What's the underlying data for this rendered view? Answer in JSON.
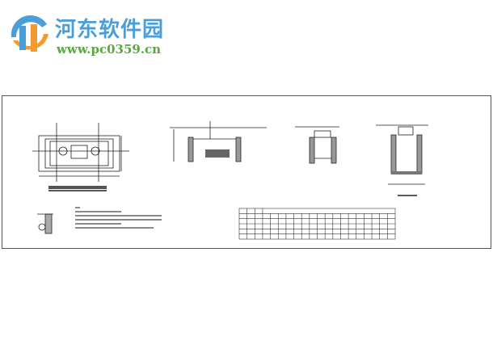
{
  "watermark": {
    "title": "河东软件园",
    "url": "www.pc0359.cn",
    "colors": {
      "blue": "#4a9fd8",
      "orange": "#f39a33",
      "green": "#5aa83c"
    }
  },
  "drawing": {
    "views": [
      "plan-view",
      "section-1",
      "section-2",
      "section-3"
    ],
    "table": {
      "rows": 6,
      "columns": 20
    }
  }
}
